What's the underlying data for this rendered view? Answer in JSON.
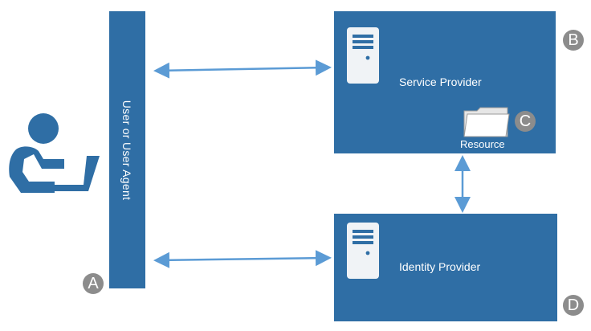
{
  "diagram": {
    "user_agent": {
      "label": "User or User Agent",
      "badge": "A"
    },
    "service_provider": {
      "label": "Service Provider",
      "badge": "B"
    },
    "resource": {
      "label": "Resource",
      "badge": "C"
    },
    "identity_provider": {
      "label": "Identity Provider",
      "badge": "D"
    }
  },
  "icons": {
    "user": "person-at-laptop-icon",
    "server": "server-tower-icon",
    "folder": "folder-icon"
  },
  "colors": {
    "box_fill": "#2f6ea5",
    "arrow": "#5b9bd5",
    "badge": "#8c8c8c",
    "person": "#2f6ea5"
  }
}
